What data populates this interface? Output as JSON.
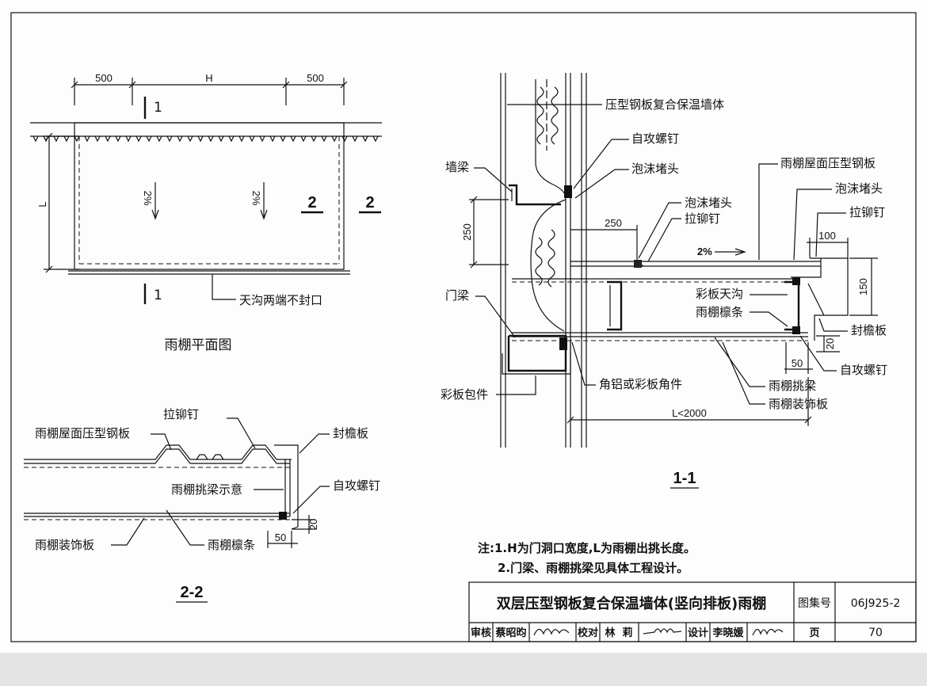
{
  "plan": {
    "title": "雨棚平面图",
    "dim_left": "500",
    "dim_mid": "H",
    "dim_right": "500",
    "dim_depth": "L",
    "slope_a": "2%",
    "slope_b": "2%",
    "cut_1_top": "1",
    "cut_1_bottom": "1",
    "cut_2_left": "2",
    "cut_2_right": "2",
    "note_gutter": "天沟两端不封口"
  },
  "section_1_1": {
    "title": "1-1",
    "wall_panel": "压型钢板复合保温墙体",
    "self_tap_screw_top": "自攻螺钉",
    "wall_beam": "墙梁",
    "foam_plug_a": "泡沫堵头",
    "canopy_roof": "雨棚屋面压型钢板",
    "foam_plug_b": "泡沫堵头",
    "foam_plug_c": "泡沫堵头",
    "rivet_a": "拉铆钉",
    "rivet_b": "拉铆钉",
    "dim_250_v": "250",
    "dim_250_h": "250",
    "dim_100": "100",
    "slope": "2%",
    "dim_150": "150",
    "door_beam": "门梁",
    "color_gutter": "彩板天沟",
    "canopy_purlin": "雨棚檩条",
    "fascia": "封檐板",
    "dim_20": "20",
    "dim_50": "50",
    "self_tap_screw_bottom": "自攻螺钉",
    "angle_trim": "角铝或彩板角件",
    "cantilever_beam": "雨棚挑梁",
    "color_cover": "彩板包件",
    "deco_panel": "雨棚装饰板",
    "dim_L": "L<2000"
  },
  "section_2_2": {
    "title": "2-2",
    "rivet": "拉铆钉",
    "roof_panel": "雨棚屋面压型钢板",
    "fascia": "封檐板",
    "beam_hint": "雨棚挑梁示意",
    "self_tap_screw": "自攻螺钉",
    "dim_20": "20",
    "dim_50": "50",
    "deco_panel": "雨棚装饰板",
    "purlin": "雨棚檩条"
  },
  "notes": {
    "line1": "注:1.H为门洞口宽度,L为雨棚出挑长度。",
    "line2": "2.门梁、雨棚挑梁见具体工程设计。"
  },
  "title_block": {
    "title": "双层压型钢板复合保温墙体(竖向排板)雨棚",
    "atlas_label": "图集号",
    "atlas_no": "06J925-2",
    "review_label": "审核",
    "reviewer": "蔡昭昀",
    "check_label": "校对",
    "checker": "林  莉",
    "design_label": "设计",
    "designer": "李晓媛",
    "page_label": "页",
    "page_no": "70"
  }
}
